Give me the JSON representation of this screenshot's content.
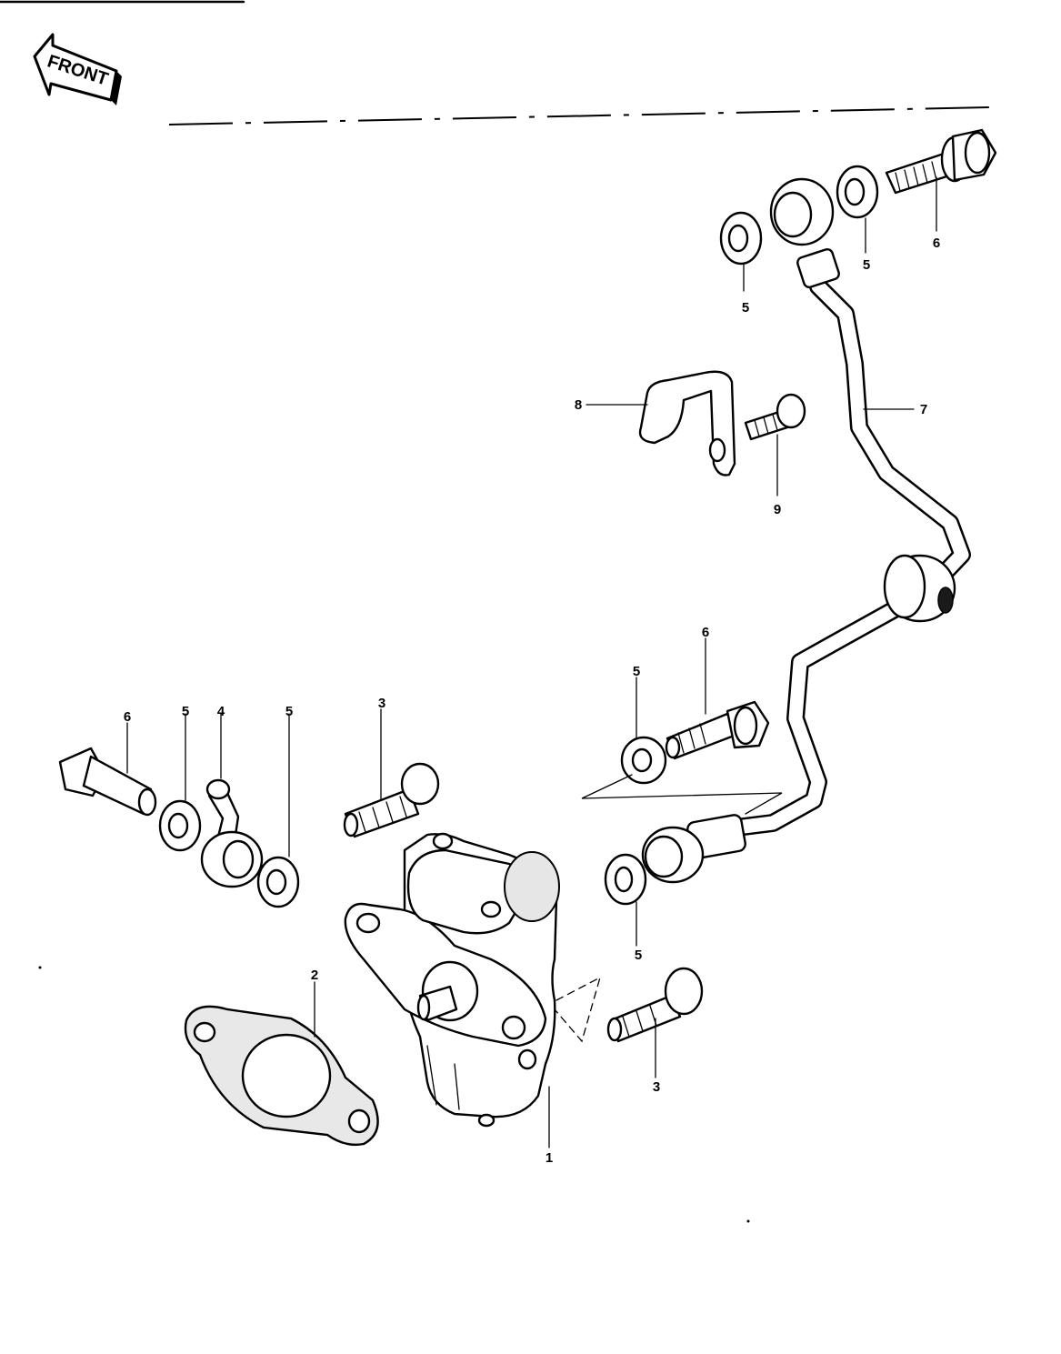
{
  "diagram": {
    "front_arrow_label": "FRONT",
    "labels": {
      "fuel_pump": "1",
      "gasket": "2",
      "screw_lower_right": "3",
      "screw_upper": "3",
      "fitting_banjo": "4",
      "washer_top_left": "5",
      "washer_top_right": "5",
      "washer_mid": "5",
      "washer_lower": "5",
      "washer_left_a": "5",
      "washer_left_b": "5",
      "bolt_top": "6",
      "bolt_mid": "6",
      "bolt_left": "6",
      "pipe": "7",
      "clamp": "8",
      "clamp_bolt": "9"
    }
  }
}
